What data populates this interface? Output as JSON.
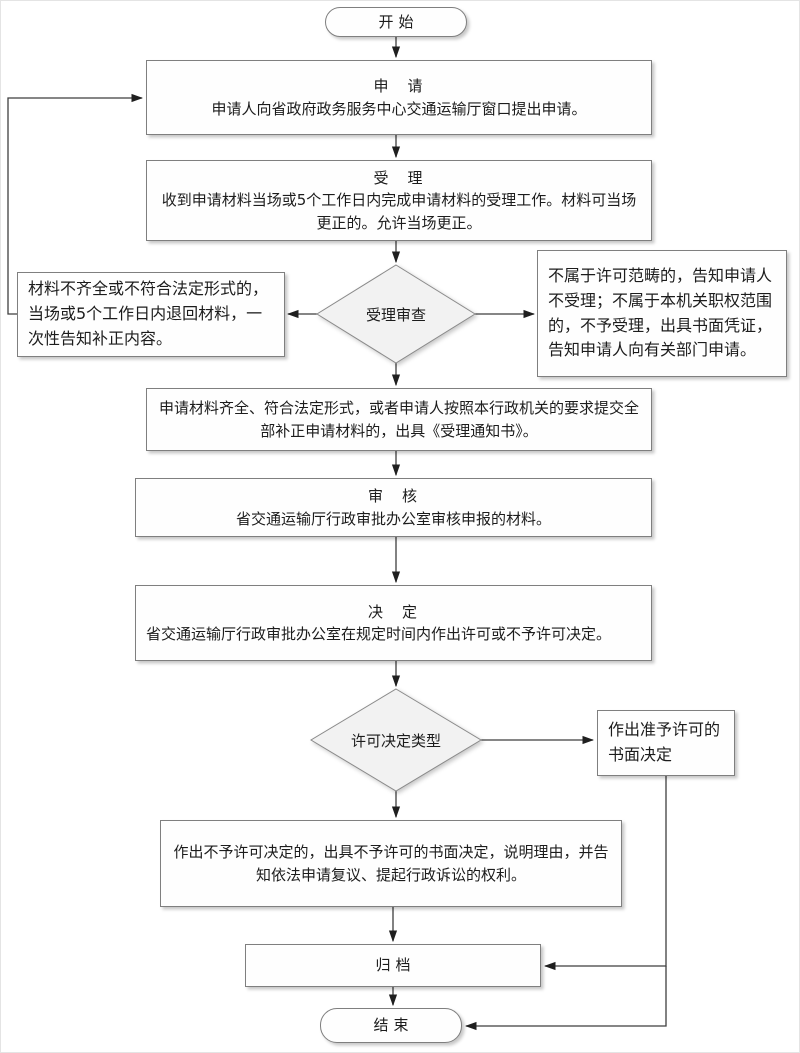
{
  "palette": {
    "background": "#ffffff",
    "box_fill": "#fefefe",
    "box_border": "#7f7f7f",
    "diamond_fill": "#f2f2f2",
    "line_color": "#3f3f3f",
    "text_color": "#1c1c1c"
  },
  "nodes": {
    "start": {
      "label": "开始"
    },
    "apply": {
      "title": "申　请",
      "body": "申请人向省政府政务服务中心交通运输厅窗口提出申请。"
    },
    "accept": {
      "title": "受　理",
      "body": "收到申请材料当场或5个工作日内完成申请材料的受理工作。材料可当场更正的。允许当场更正。"
    },
    "review": {
      "label": "受理审查"
    },
    "supplement": {
      "body": "材料不齐全或不符合法定形式的，当场或5个工作日内退回材料，一次性告知补正内容。"
    },
    "not_accepted": {
      "body": "不属于许可范畴的，告知申请人不受理；不属于本机关职权范围的，不予受理，出具书面凭证，告知申请人向有关部门申请。"
    },
    "notice": {
      "body": "申请材料齐全、符合法定形式，或者申请人按照本行政机关的要求提交全部补正申请材料的，出具《受理通知书》。"
    },
    "audit": {
      "title": "审　核",
      "body": "省交通运输厅行政审批办公室审核申报的材料。"
    },
    "decision": {
      "title": "决　定",
      "body": "省交通运输厅行政审批办公室在规定时间内作出许可或不予许可决定。"
    },
    "decision_type": {
      "label": "许可决定类型"
    },
    "grant": {
      "body": "作出准予许可的书面决定"
    },
    "deny": {
      "body": "作出不予许可决定的，出具不予许可的书面决定，说明理由，并告知依法申请复议、提起行政诉讼的权利。"
    },
    "archive": {
      "label": "归档"
    },
    "end": {
      "label": "结束"
    }
  },
  "edges": [
    {
      "from": "start",
      "to": "apply"
    },
    {
      "from": "apply",
      "to": "accept"
    },
    {
      "from": "accept",
      "to": "review"
    },
    {
      "from": "review",
      "to": "supplement"
    },
    {
      "from": "review",
      "to": "not_accepted"
    },
    {
      "from": "review",
      "to": "notice"
    },
    {
      "from": "supplement",
      "to": "apply"
    },
    {
      "from": "notice",
      "to": "audit"
    },
    {
      "from": "audit",
      "to": "decision"
    },
    {
      "from": "decision",
      "to": "decision_type"
    },
    {
      "from": "decision_type",
      "to": "grant"
    },
    {
      "from": "decision_type",
      "to": "deny"
    },
    {
      "from": "deny",
      "to": "archive"
    },
    {
      "from": "grant",
      "to": "archive"
    },
    {
      "from": "grant",
      "to": "end"
    },
    {
      "from": "archive",
      "to": "end"
    }
  ]
}
